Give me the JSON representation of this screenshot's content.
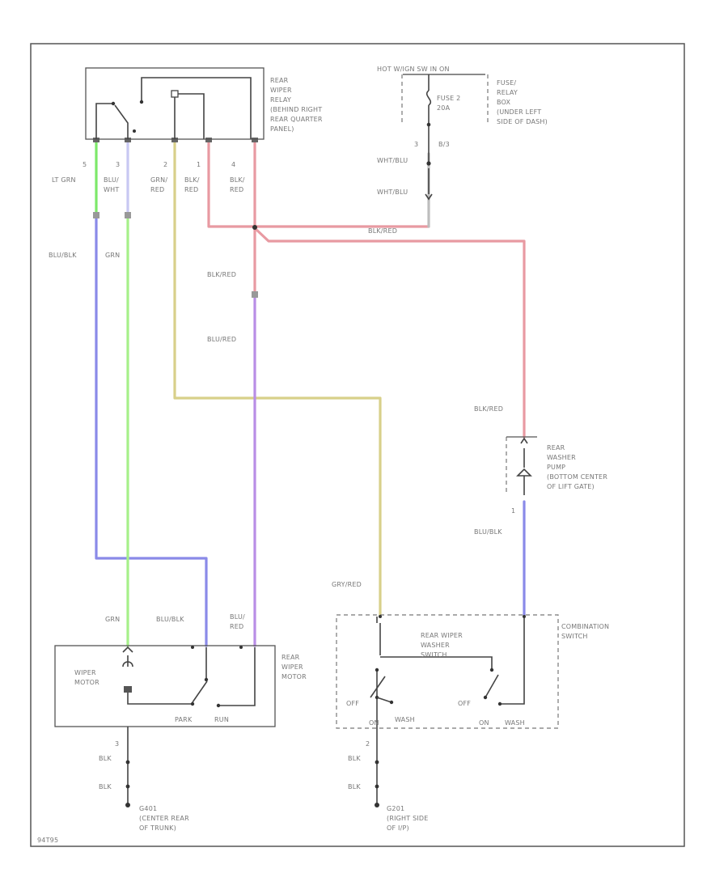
{
  "colors": {
    "lt_grn": "#7de86a",
    "grn": "#a6f08a",
    "blu_wht": "#c8c8f2",
    "blu_blk": "#8a8ae8",
    "blu_red": "#b98ee6",
    "gry_red": "#d8d08a",
    "blk_red": "#e89aa2",
    "wht_blu": "#bdbdbd",
    "frame": "#555555"
  },
  "relay": {
    "title": [
      "REAR",
      "WIPER",
      "RELAY",
      "(BEHIND RIGHT",
      "REAR QUARTER",
      "PANEL)"
    ],
    "pins": [
      "5",
      "3",
      "2",
      "1",
      "4"
    ],
    "pin_labels": [
      [
        "LT GRN"
      ],
      [
        "BLU/",
        "WHT"
      ],
      [
        "GRN/",
        "RED"
      ],
      [
        "BLK/",
        "RED"
      ],
      [
        "BLK/",
        "RED"
      ]
    ]
  },
  "fuse_box": {
    "hot": "HOT W/IGN SW IN ON",
    "fuse": [
      "FUSE 2",
      "20A"
    ],
    "title": [
      "FUSE/",
      "RELAY",
      "BOX",
      "(UNDER LEFT",
      "SIDE OF DASH)"
    ],
    "pin": "3",
    "conn": "B/3",
    "wire1": "WHT/BLU",
    "wire2": "WHT/BLU"
  },
  "wires": {
    "blu_blk_left": "BLU/BLK",
    "grn_left": "GRN",
    "blk_red_upper": "BLK/RED",
    "blk_red_mid": "BLK/RED",
    "blu_red_mid": "BLU/RED",
    "blk_red_right": "BLK/RED",
    "blu_blk_right": "BLU/BLK",
    "gry_red_right": "GRY/RED",
    "grn_motor": "GRN",
    "blu_blk_motor": "BLU/BLK",
    "blu_red_motor": [
      "BLU/",
      "RED"
    ],
    "blk_motor_top": "BLK",
    "blk_motor_bot": "BLK",
    "blk_sw_top": "BLK",
    "blk_sw_bot": "BLK"
  },
  "pump": {
    "title": [
      "REAR",
      "WASHER",
      "PUMP",
      "(BOTTOM CENTER",
      "OF LIFT GATE)"
    ],
    "pin": "1"
  },
  "motor": {
    "title": [
      "REAR",
      "WIPER",
      "MOTOR"
    ],
    "inner": [
      "WIPER",
      "MOTOR"
    ],
    "park": "PARK",
    "run": "RUN",
    "pin": "3"
  },
  "combo": {
    "title": [
      "COMBINATION",
      "SWITCH"
    ],
    "inner": [
      "REAR WIPER",
      "WASHER",
      "SWITCH"
    ],
    "off1": "OFF",
    "wash1": "WASH",
    "on1": "ON",
    "off2": "OFF",
    "on2": "ON",
    "wash2": "WASH",
    "pin": "2"
  },
  "grounds": {
    "g401": [
      "G401",
      "(CENTER REAR",
      "OF TRUNK)"
    ],
    "g201": [
      "G201",
      "(RIGHT SIDE",
      "OF I/P)"
    ]
  },
  "footer": "94T95"
}
